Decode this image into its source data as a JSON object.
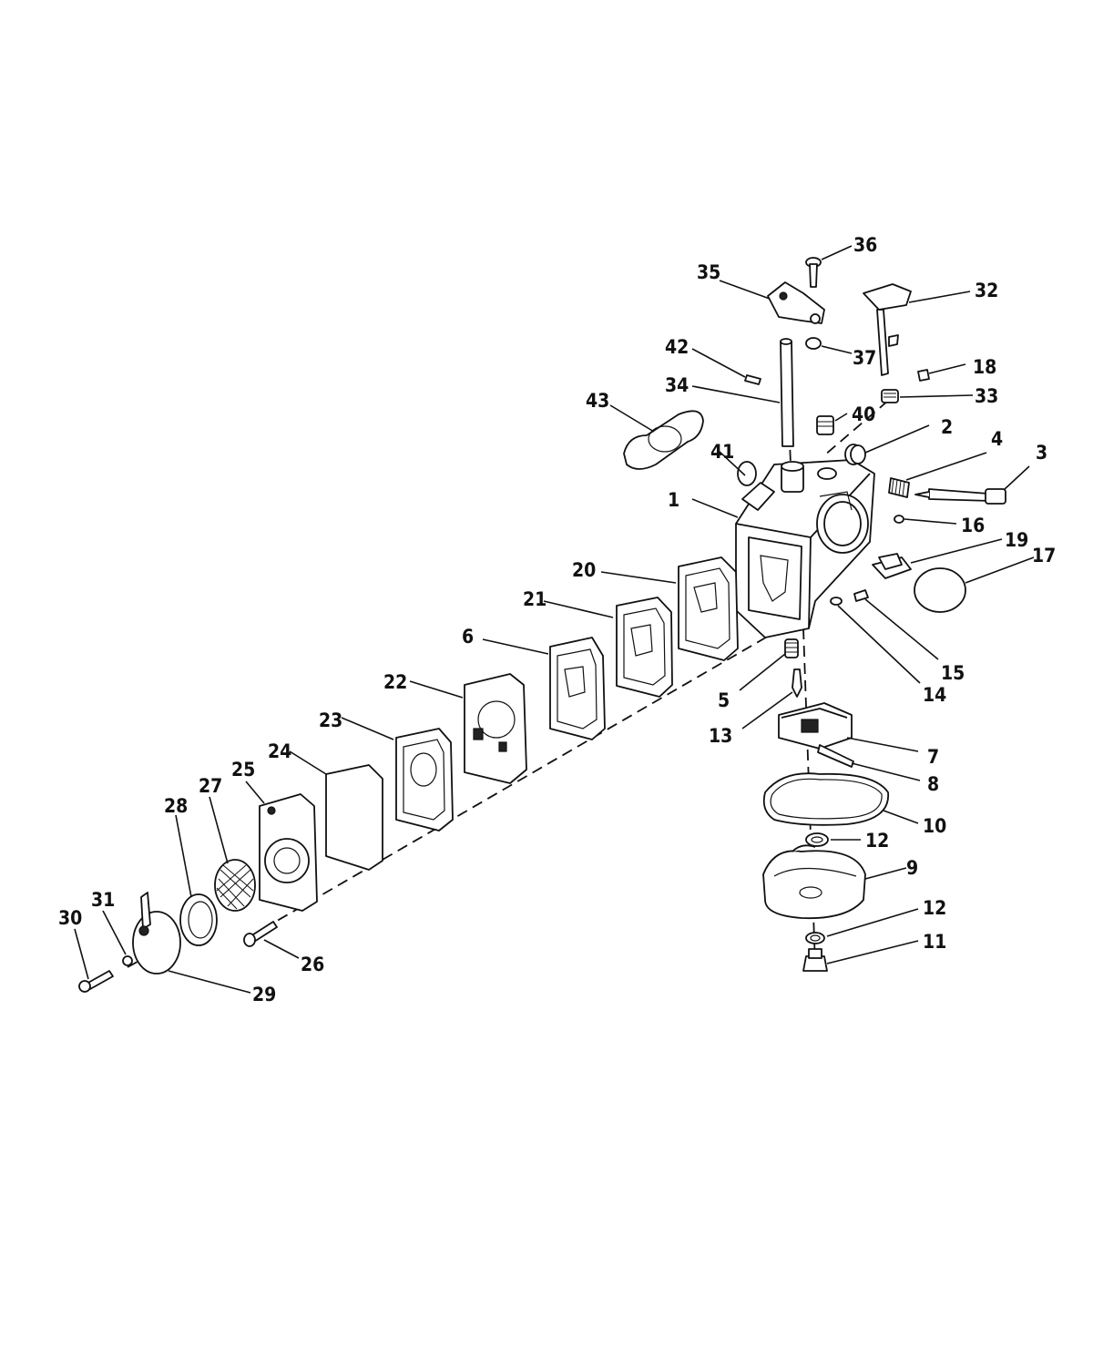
{
  "callouts": [
    {
      "id": "1",
      "label": "1"
    },
    {
      "id": "2",
      "label": "2"
    },
    {
      "id": "3",
      "label": "3"
    },
    {
      "id": "4",
      "label": "4"
    },
    {
      "id": "5",
      "label": "5"
    },
    {
      "id": "6",
      "label": "6"
    },
    {
      "id": "7",
      "label": "7"
    },
    {
      "id": "8",
      "label": "8"
    },
    {
      "id": "9",
      "label": "9"
    },
    {
      "id": "10",
      "label": "10"
    },
    {
      "id": "11",
      "label": "11"
    },
    {
      "id": "12a",
      "label": "12"
    },
    {
      "id": "12b",
      "label": "12"
    },
    {
      "id": "13",
      "label": "13"
    },
    {
      "id": "14",
      "label": "14"
    },
    {
      "id": "15",
      "label": "15"
    },
    {
      "id": "16",
      "label": "16"
    },
    {
      "id": "17",
      "label": "17"
    },
    {
      "id": "18",
      "label": "18"
    },
    {
      "id": "19",
      "label": "19"
    },
    {
      "id": "20",
      "label": "20"
    },
    {
      "id": "21",
      "label": "21"
    },
    {
      "id": "22",
      "label": "22"
    },
    {
      "id": "23",
      "label": "23"
    },
    {
      "id": "24",
      "label": "24"
    },
    {
      "id": "25",
      "label": "25"
    },
    {
      "id": "26",
      "label": "26"
    },
    {
      "id": "27",
      "label": "27"
    },
    {
      "id": "28",
      "label": "28"
    },
    {
      "id": "29",
      "label": "29"
    },
    {
      "id": "30",
      "label": "30"
    },
    {
      "id": "31",
      "label": "31"
    },
    {
      "id": "32",
      "label": "32"
    },
    {
      "id": "33",
      "label": "33"
    },
    {
      "id": "34",
      "label": "34"
    },
    {
      "id": "35",
      "label": "35"
    },
    {
      "id": "36",
      "label": "36"
    },
    {
      "id": "37",
      "label": "37"
    },
    {
      "id": "40",
      "label": "40"
    },
    {
      "id": "41",
      "label": "41"
    },
    {
      "id": "42",
      "label": "42"
    },
    {
      "id": "43",
      "label": "43"
    }
  ]
}
